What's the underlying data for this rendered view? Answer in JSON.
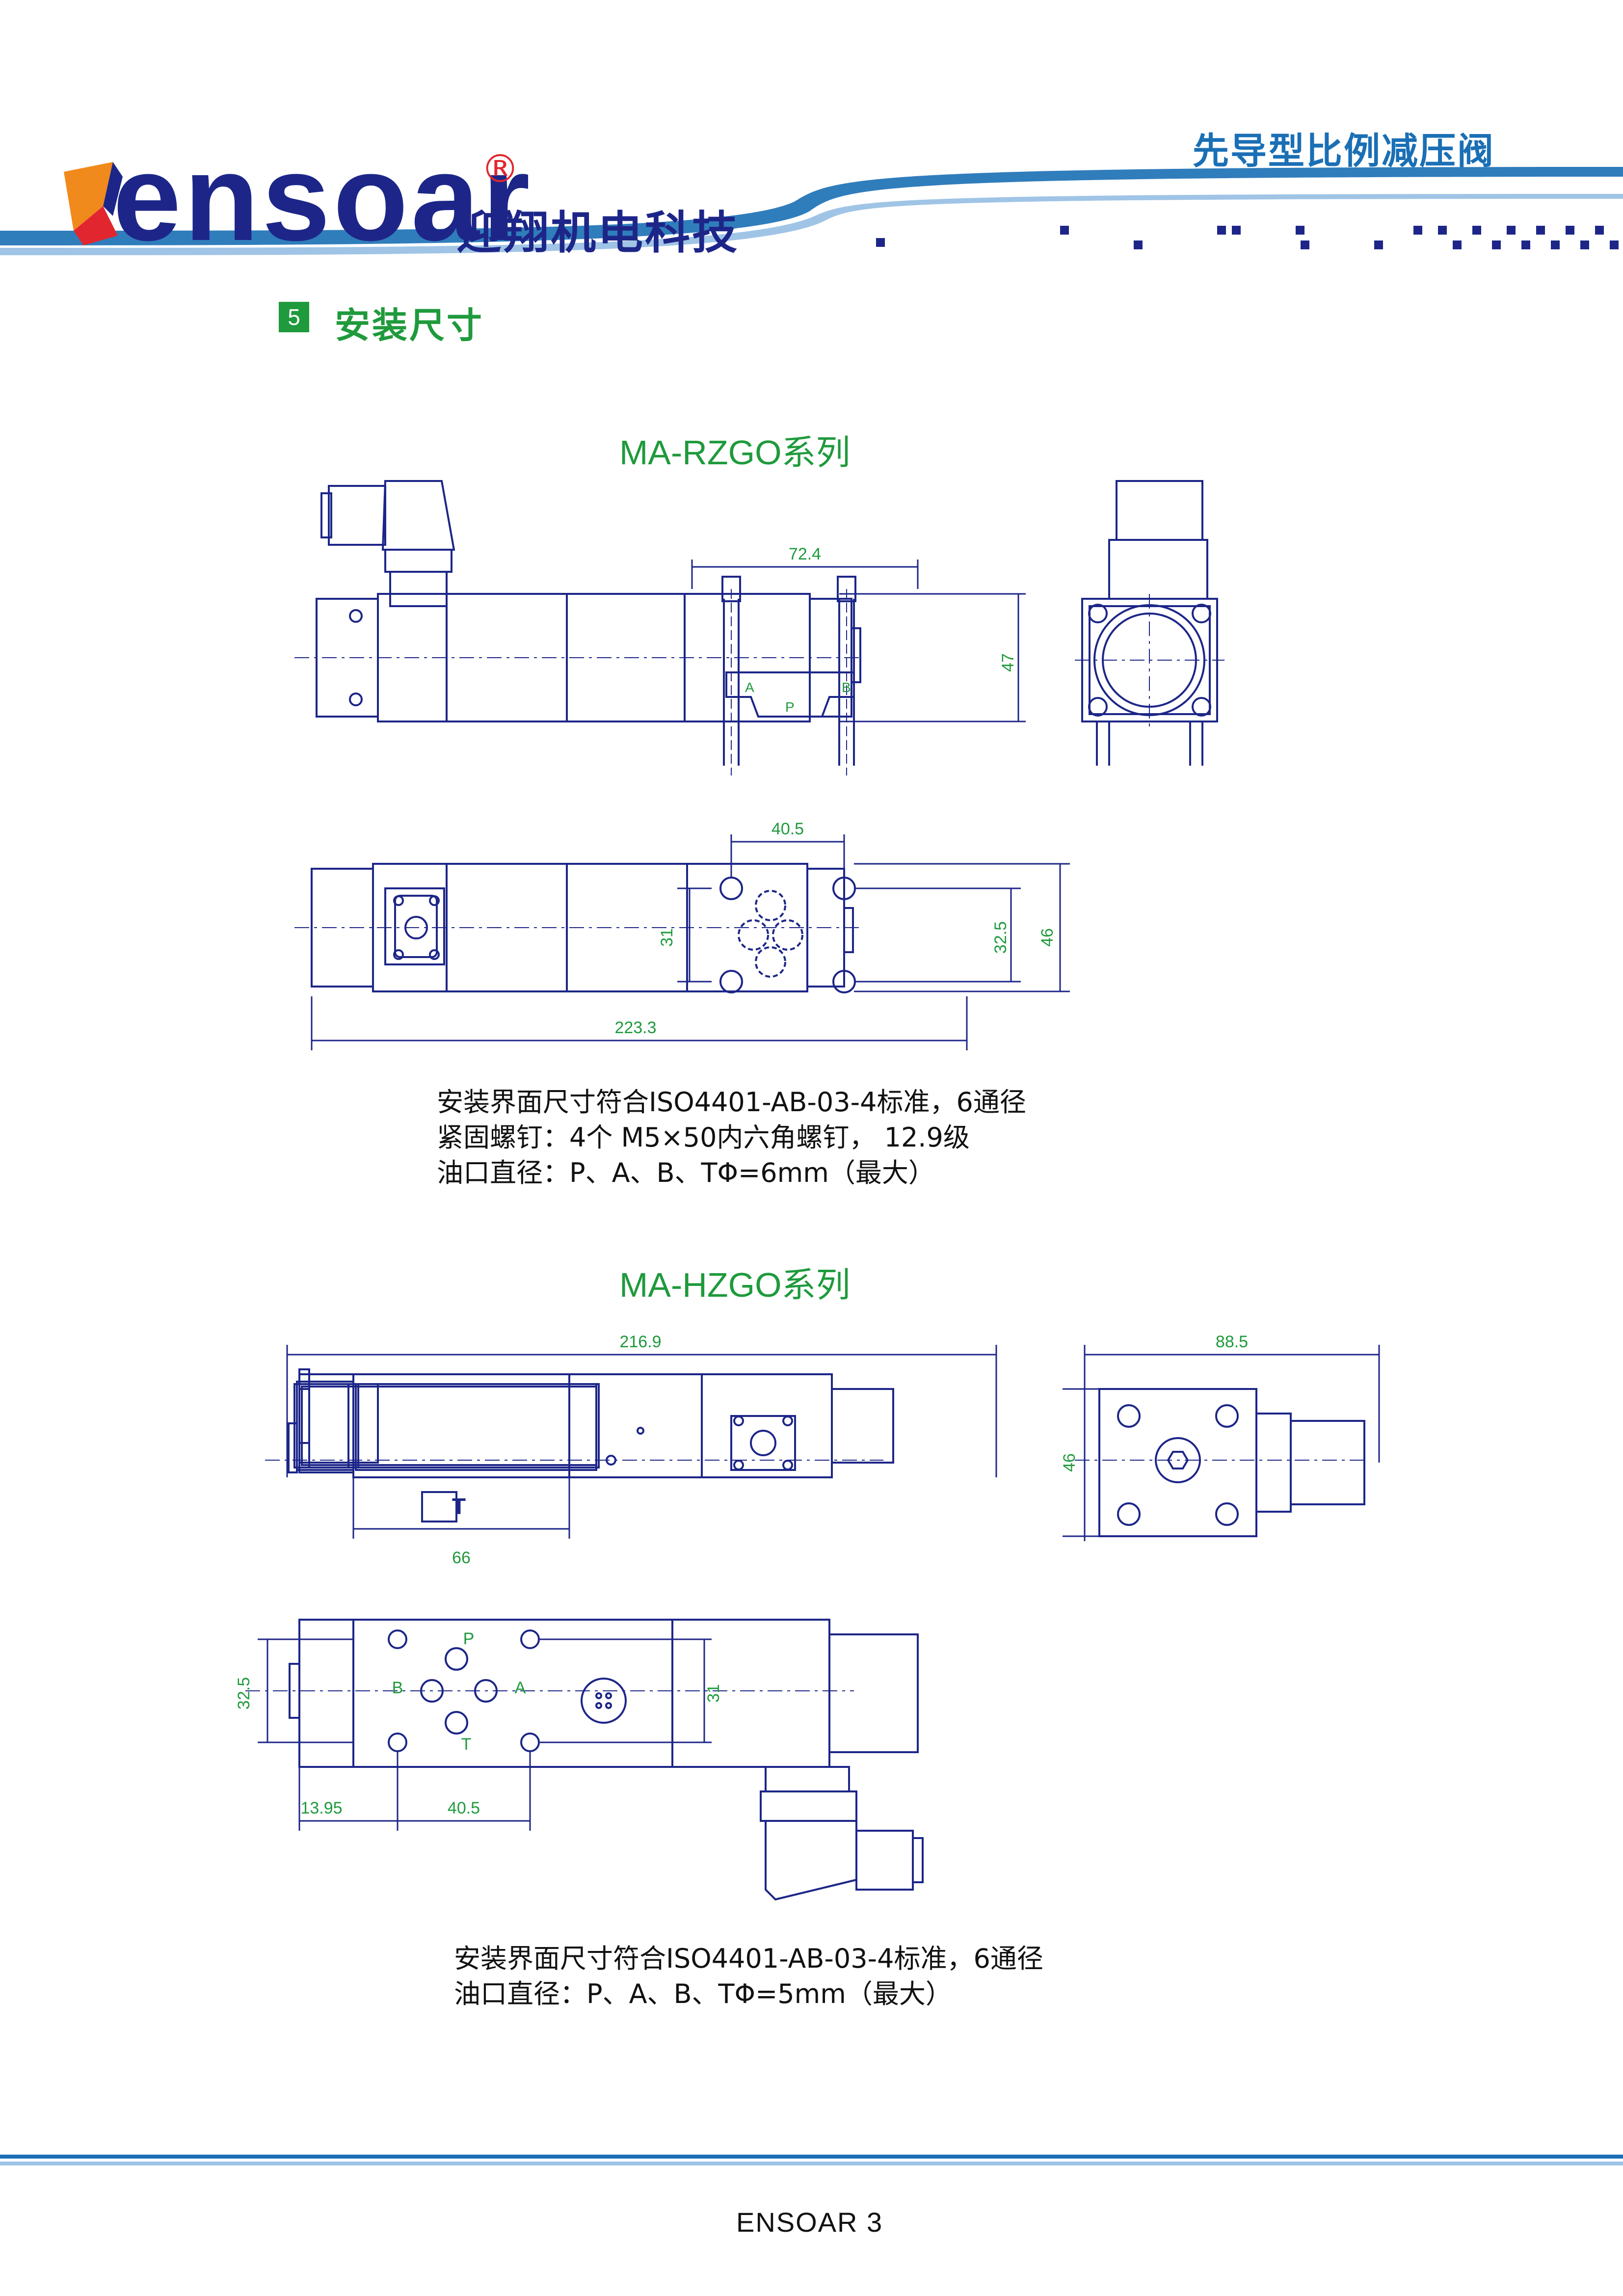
{
  "header": {
    "brand_word": "ensoar",
    "brand_registered": "®",
    "brand_cn": "迎翔机电科技",
    "product_title": "先导型比例减压阀",
    "brand_blue": "#1d2688",
    "brand_orange": "#f08a1c",
    "accent_blue": "#1a6fb5"
  },
  "section": {
    "number": "5",
    "title": "安装尺寸",
    "color": "#1f9a3c"
  },
  "series_rzgo": {
    "title": "MA-RZGO系列",
    "dims": {
      "d72_4": "72.4",
      "d47": "47",
      "d40_5": "40.5",
      "d31": "31",
      "d32_5": "32.5",
      "d46": "46",
      "d223_3": "223.3"
    },
    "port_labels": {
      "a": "A",
      "p": "P",
      "b": "B"
    },
    "notes": [
      "安装界面尺寸符合ISO4401-AB-03-4标准，6通径",
      "紧固螺钉：4个 M5×50内六角螺钉，  12.9级",
      "油口直径：P、A、B、TΦ=6mm（最大）"
    ]
  },
  "series_hzgo": {
    "title": "MA-HZGO系列",
    "dims": {
      "d216_9": "216.9",
      "d88_5": "88.5",
      "d46": "46",
      "d66": "66",
      "d32_5": "32.5",
      "d31": "31",
      "d13_95": "13.95",
      "d40_5": "40.5"
    },
    "tank_label": "T",
    "port_labels": {
      "p": "P",
      "b": "B",
      "a": "A",
      "t": "T"
    },
    "notes": [
      "安装界面尺寸符合ISO4401-AB-03-4标准，6通径",
      "油口直径：P、A、B、TΦ=5mm（最大）"
    ]
  },
  "footer": {
    "text": "ENSOAR  3"
  }
}
